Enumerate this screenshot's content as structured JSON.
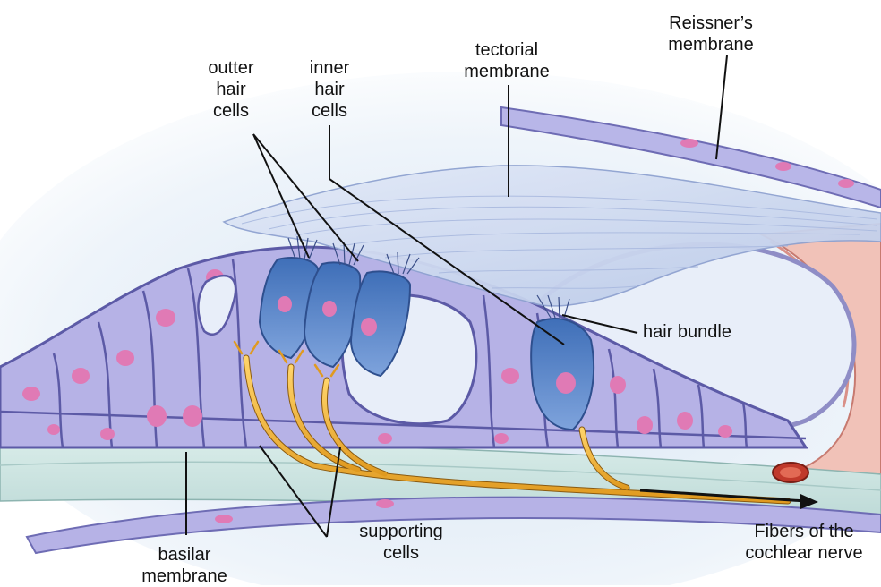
{
  "labels": {
    "outer_hair_cells": [
      "outter",
      "hair",
      "cells"
    ],
    "inner_hair_cells": [
      "inner",
      "hair",
      "cells"
    ],
    "tectorial_membrane": [
      "tectorial",
      "membrane"
    ],
    "reissners_membrane": [
      "Reissner’s",
      "membrane"
    ],
    "hair_bundle": "hair bundle",
    "basilar_membrane": [
      "basilar",
      "membrane"
    ],
    "supporting_cells": [
      "supporting",
      "cells"
    ],
    "cochlear_nerve": [
      "Fibers of the",
      "cochlear nerve"
    ]
  },
  "colors": {
    "cell_lavender": "#b6b2e6",
    "cell_outline": "#5c5aa6",
    "nucleus_pink": "#e07ab5",
    "hair_cell_blue": "#5a86c8",
    "tectorial": "#c9d4ee",
    "nerve": "#f0b43a",
    "vessel": "#e8a39a",
    "basilar": "#cfe3e0"
  }
}
